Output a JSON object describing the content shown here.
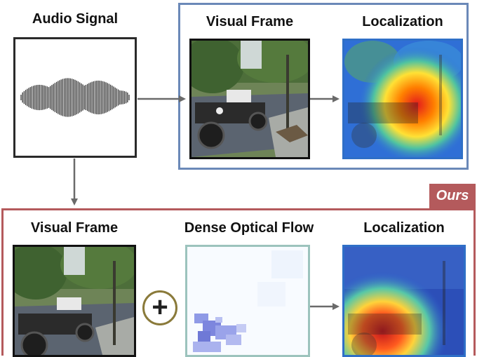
{
  "top": {
    "audio_label": "Audio Signal",
    "visual_label": "Visual Frame",
    "localization_label": "Localization"
  },
  "bottom": {
    "tag": "Ours",
    "visual_label": "Visual Frame",
    "flow_label": "Dense Optical Flow",
    "localization_label": "Localization",
    "plus_symbol": "+"
  },
  "colors": {
    "top_panel_border": "#6b89b8",
    "bottom_panel_border": "#b45a5c",
    "arrow": "#6a6a6a",
    "heatmap_border": "#2f6fc7",
    "flow_border": "#9cc3bd"
  }
}
